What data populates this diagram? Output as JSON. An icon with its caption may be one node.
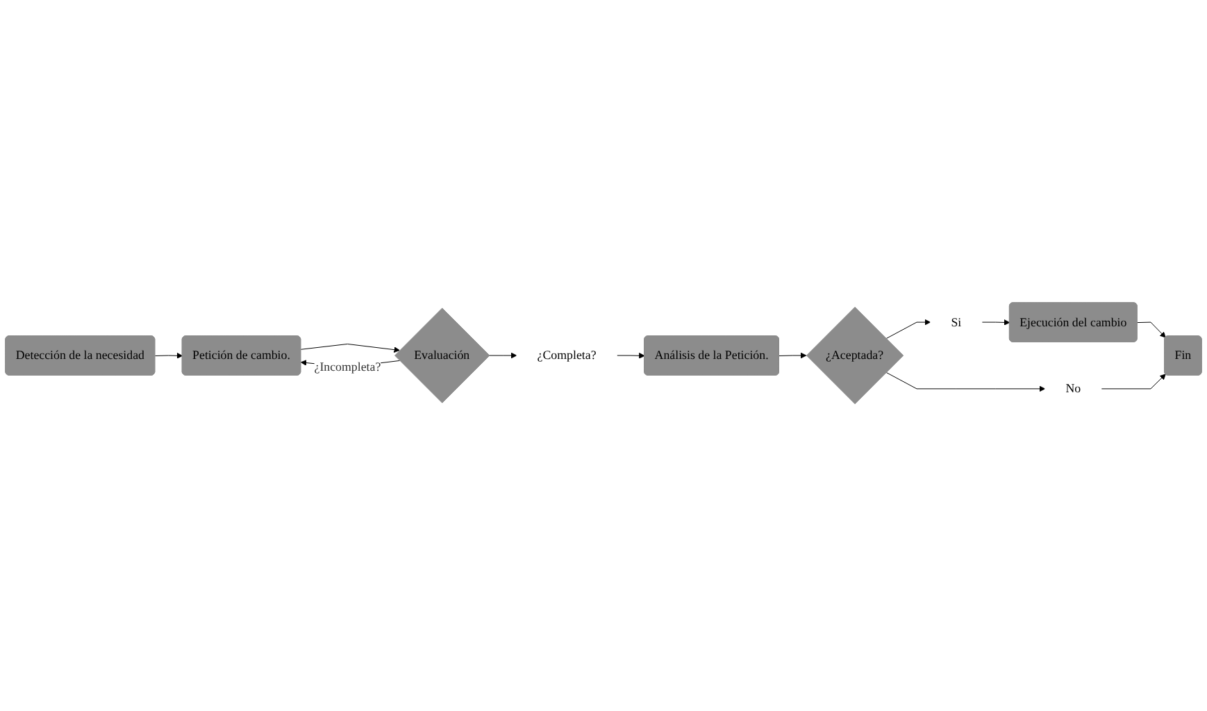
{
  "diagram": {
    "nodes": [
      {
        "text": [
          "Detección de la necesidad"
        ]
      },
      {
        "text": [
          "Petición de cambio."
        ]
      },
      {
        "text": [
          "Evaluación"
        ]
      },
      {
        "text": [
          "¿Completa?"
        ]
      },
      {
        "text": [
          "Análisis de la Petición."
        ]
      },
      {
        "text": [
          "¿Aceptada?"
        ]
      },
      {
        "text": [
          "Si"
        ]
      },
      {
        "text": [
          "Ejecución del cambio"
        ]
      },
      {
        "text": [
          "No"
        ]
      },
      {
        "text": [
          "Fin"
        ]
      }
    ],
    "edges": [
      {
        "from": 0,
        "to": 1,
        "arrow": "to"
      },
      {
        "from": 1,
        "to": 2,
        "arrow": "to"
      },
      {
        "from": 2,
        "to": 1,
        "arrow": "to",
        "label": "¿Incompleta?"
      },
      {
        "from": 2,
        "to": 3,
        "arrow": "to"
      },
      {
        "from": 3,
        "to": 4,
        "arrow": "to"
      },
      {
        "from": 4,
        "to": 5,
        "arrow": "to"
      },
      {
        "from": 5,
        "to": 6,
        "arrow": "to"
      },
      {
        "from": 6,
        "to": 7,
        "arrow": "to"
      },
      {
        "from": 7,
        "to": 9,
        "arrow": "to"
      },
      {
        "from": 5,
        "to": 8,
        "arrow": "to"
      },
      {
        "from": 8,
        "to": 9,
        "arrow": "to"
      }
    ]
  }
}
